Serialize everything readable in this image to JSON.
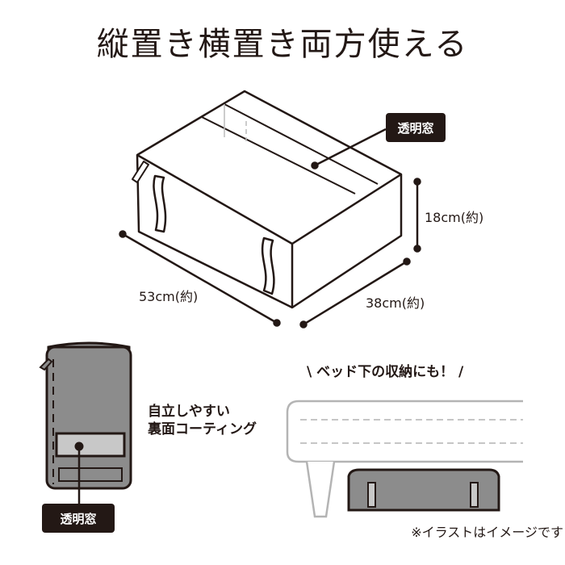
{
  "title": "縦置き横置き両方使える",
  "top_illustration": {
    "window_label": "透明窓",
    "height_label": "18cm(約)",
    "width_label": "53cm(約)",
    "depth_label": "38cm(約)"
  },
  "standing_illustration": {
    "window_label": "透明窓",
    "feature_line1": "自立しやすい",
    "feature_line2": "裏面コーティング"
  },
  "bed_illustration": {
    "caption": "\\ ベッド下の収納にも！ /"
  },
  "disclaimer": "※イラストはイメージです",
  "colors": {
    "ink": "#231815",
    "gray": "#8c8c8c",
    "light_gray": "#c8c8c8",
    "bed_line": "#b4b4b4"
  }
}
